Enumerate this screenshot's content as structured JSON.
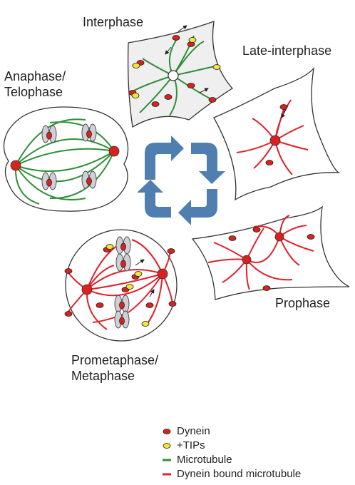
{
  "phases": {
    "interphase": "Interphase",
    "late_interphase": "Late-interphase",
    "anaphase_line1": "Anaphase/",
    "anaphase_line2": "Telophase",
    "prophase": "Prophase",
    "prometaphase_line1": "Prometaphase/",
    "prometaphase_line2": "Metaphase"
  },
  "legend": {
    "dynein": "Dynein",
    "tips": "+TIPs",
    "microtubule": "Microtubule",
    "dynein_bound": "Dynein bound microtubule"
  },
  "colors": {
    "microtubule": "#2f8f3a",
    "dynein_bound_microtubule": "#e0202a",
    "dynein": "#d8221f",
    "tips": "#f2e636",
    "cycle_arrows": "#4f7fb1",
    "cell_fill": "#efefef"
  }
}
